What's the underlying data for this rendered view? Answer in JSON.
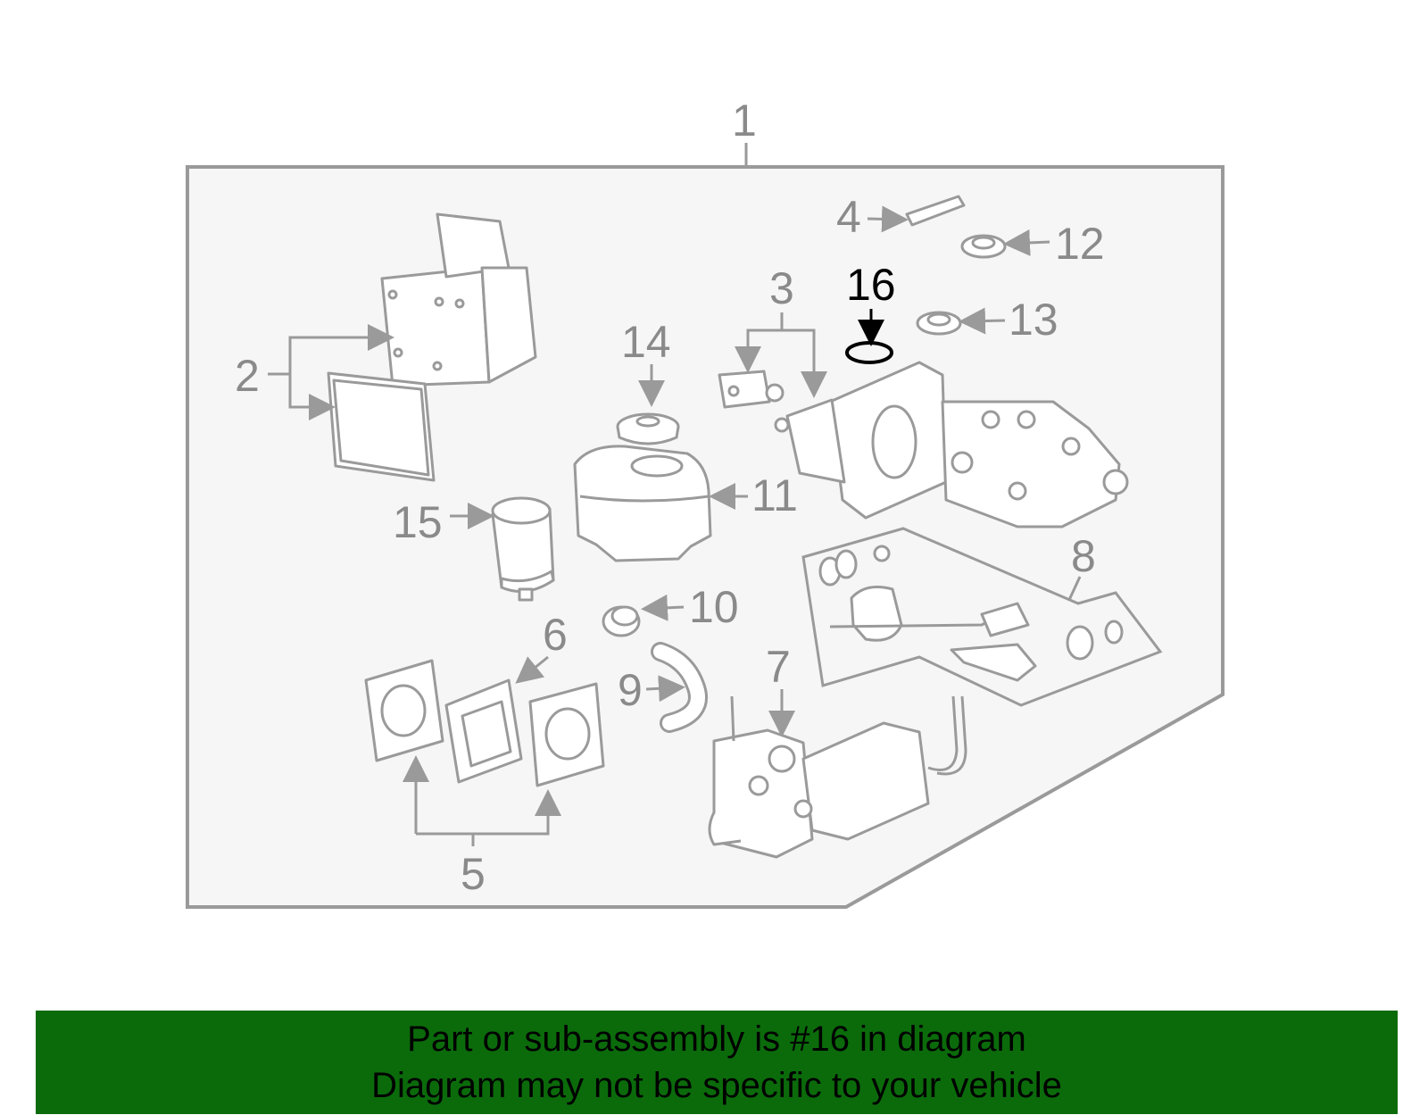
{
  "callouts": {
    "c1": "1",
    "c2": "2",
    "c3": "3",
    "c4": "4",
    "c5": "5",
    "c6": "6",
    "c7": "7",
    "c8": "8",
    "c9": "9",
    "c10": "10",
    "c11": "11",
    "c12": "12",
    "c13": "13",
    "c14": "14",
    "c15": "15",
    "c16": "16"
  },
  "highlighted_part": "16",
  "colors": {
    "banner": "#0b6b0b",
    "parts": "#9a9a9a",
    "highlight": "#000000",
    "panel": "#f6f6f6"
  },
  "banner": {
    "line1": "Part or sub-assembly is #16 in diagram",
    "line2": "Diagram may not be specific to your vehicle"
  }
}
